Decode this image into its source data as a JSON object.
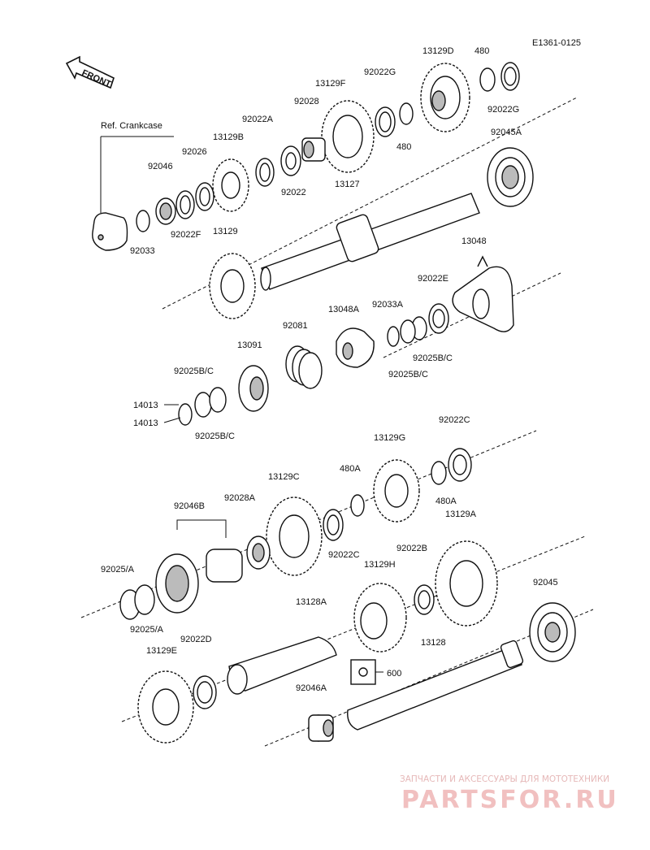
{
  "diagram_code": "E1361-0125",
  "front_label": "FRONT",
  "ref_label": "Ref. Crankcase",
  "labels": {
    "p13129D": "13129D",
    "p480_top": "480",
    "p92022G_top": "92022G",
    "p92022G_right": "92022G",
    "p13129F": "13129F",
    "p92028": "92028",
    "p480_mid": "480",
    "p92022A": "92022A",
    "p13129B": "13129B",
    "p92026": "92026",
    "p92046": "92046",
    "p92022": "92022",
    "p92045A": "92045A",
    "p13127": "13127",
    "p92022F": "92022F",
    "p92033": "92033",
    "p13129": "13129",
    "p13048": "13048",
    "p92022E": "92022E",
    "p92033A": "92033A",
    "p13048A": "13048A",
    "p92081": "92081",
    "p13091": "13091",
    "p92025BC_r1": "92025B/C",
    "p92025BC_r2": "92025B/C",
    "p92025BC_l1": "92025B/C",
    "p92025BC_l2": "92025B/C",
    "p14013_a": "14013",
    "p14013_b": "14013",
    "p92022C_top": "92022C",
    "p13129G": "13129G",
    "p480A_1": "480A",
    "p480A_2": "480A",
    "p13129C": "13129C",
    "p92028A": "92028A",
    "p92046B": "92046B",
    "p92022C_mid": "92022C",
    "p13129A": "13129A",
    "p92022B": "92022B",
    "p13129H": "13129H",
    "p92025A_1": "92025/A",
    "p92025A_2": "92025/A",
    "p92045": "92045",
    "p13128A": "13128A",
    "p92022D": "92022D",
    "p13129E": "13129E",
    "p13128": "13128",
    "p600": "600",
    "p92046A": "92046A"
  },
  "watermark": {
    "line1": "ЗАПЧАСТИ И АКСЕССУАРЫ ДЛЯ МОТОТЕХНИКИ",
    "line2": "PARTSFOR.RU"
  }
}
